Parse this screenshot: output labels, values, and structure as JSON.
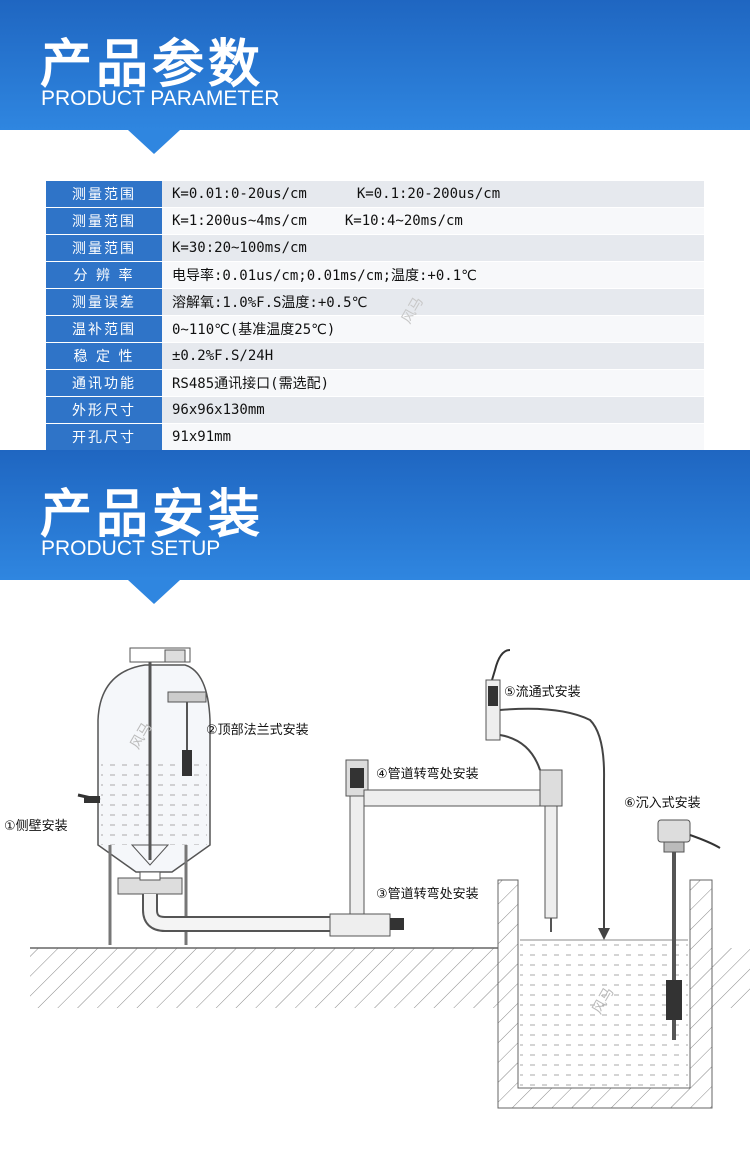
{
  "parameter_section": {
    "title_cn": "产品参数",
    "title_en": "PRODUCT PARAMETER",
    "rows": [
      {
        "label": "测量范围",
        "value": "K=0.01:0-20us/cm",
        "value2": "K=0.1:20-200us/cm"
      },
      {
        "label": "测量范围",
        "value": "K=1:200us~4ms/cm",
        "value2": "K=10:4~20ms/cm"
      },
      {
        "label": "测量范围",
        "value": "K=30:20~100ms/cm",
        "value2": ""
      },
      {
        "label": "分 辨 率",
        "value": "电导率:0.01us/cm;0.01ms/cm;温度:+0.1℃",
        "value2": ""
      },
      {
        "label": "测量误差",
        "value": "溶解氧:1.0%F.S温度:+0.5℃",
        "value2": ""
      },
      {
        "label": "温补范围",
        "value": "0~110℃(基准温度25℃)",
        "value2": ""
      },
      {
        "label": "稳 定 性",
        "value": "±0.2%F.S/24H",
        "value2": ""
      },
      {
        "label": "通讯功能",
        "value": "RS485通讯接口(需选配)",
        "value2": ""
      },
      {
        "label": "外形尺寸",
        "value": "96x96x130mm",
        "value2": ""
      },
      {
        "label": "开孔尺寸",
        "value": "91x91mm",
        "value2": ""
      }
    ],
    "header_color": "#2f74c8"
  },
  "setup_section": {
    "title_cn": "产品安装",
    "title_en": "PRODUCT SETUP",
    "labels": {
      "side": "①侧壁安装",
      "top_flange": "②顶部法兰式安装",
      "pipe_bend_3": "③管道转弯处安装",
      "pipe_bend_4": "④管道转弯处安装",
      "flow": "⑤流通式安装",
      "immersion": "⑥沉入式安装"
    },
    "watermark": "风马"
  },
  "colors": {
    "banner": "#2f86e0",
    "banner_dark": "#1f66c1"
  }
}
